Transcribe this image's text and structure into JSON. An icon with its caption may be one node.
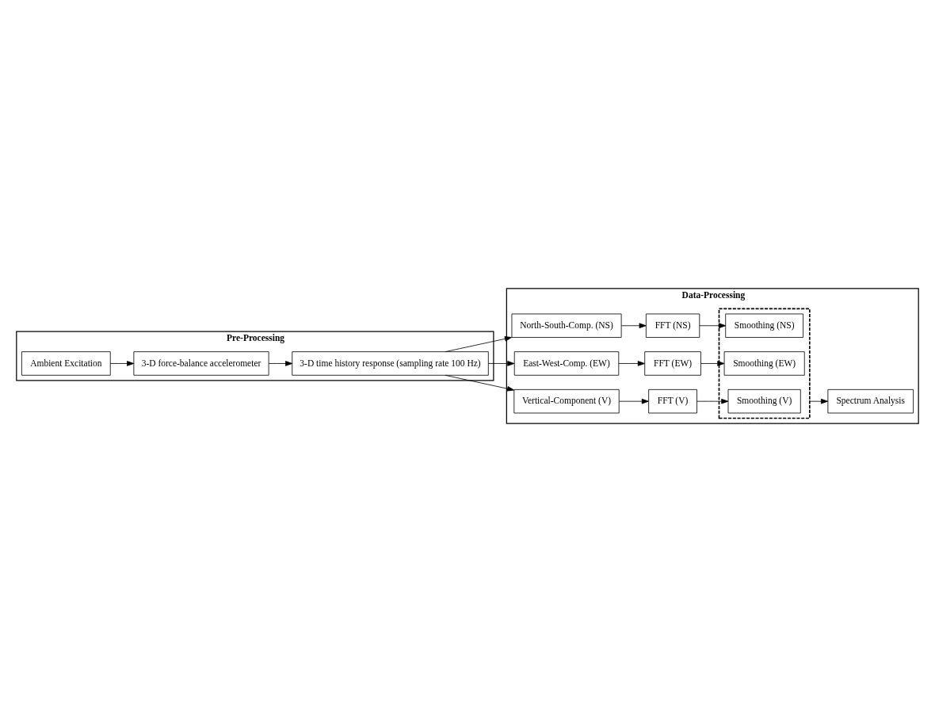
{
  "diagram": {
    "nodes": [
      {
        "text": [
          "Pre-Processing"
        ]
      },
      {
        "text": [
          "Ambient Excitation"
        ],
        "in": 0
      },
      {
        "text": [
          "3-D force-balance accelerometer"
        ],
        "in": 0
      },
      {
        "text": [
          "3-D time history response (sampling rate 100 Hz)"
        ],
        "in": 0
      },
      {
        "text": [
          "Data-Processing"
        ]
      },
      {
        "text": [
          "FFT (NS)"
        ],
        "in": 4
      },
      {
        "text": [
          "North-South-Comp. (NS)"
        ],
        "in": 4
      },
      {
        "text": [
          "FFT (EW)"
        ],
        "in": 4
      },
      {
        "text": [
          "East-West-Comp. (EW)"
        ],
        "in": 4
      },
      {
        "text": [
          "FFT (V)"
        ],
        "in": 4
      },
      {
        "text": [
          "Vertical-Component (V)"
        ],
        "in": 4
      },
      {
        "text": [],
        "shape": "box",
        "in": 4
      },
      {
        "text": [
          "Smoothing (V)"
        ],
        "in": 11
      },
      {
        "text": [
          "Smoothing (EW)"
        ],
        "in": 11
      },
      {
        "text": [
          "Smoothing (NS)"
        ],
        "in": 11
      },
      {
        "text": [
          "Spectrum Analysis"
        ],
        "in": 4
      }
    ],
    "edges": [
      {
        "from": 1,
        "to": 2,
        "arrow": "to"
      },
      {
        "from": 2,
        "to": 3,
        "arrow": "to"
      },
      {
        "from": 3,
        "to": 6,
        "arrow": "to"
      },
      {
        "from": 3,
        "to": 8,
        "arrow": "to"
      },
      {
        "from": 3,
        "to": 10,
        "arrow": "to"
      },
      {
        "from": 6,
        "to": 5,
        "arrow": "to"
      },
      {
        "from": 8,
        "to": 7,
        "arrow": "to"
      },
      {
        "from": 10,
        "to": 9,
        "arrow": "to"
      },
      {
        "from": 9,
        "to": 12,
        "arrow": "to"
      },
      {
        "from": 7,
        "to": 13,
        "arrow": "to"
      },
      {
        "from": 5,
        "to": 14,
        "arrow": "to"
      },
      {
        "from": 11,
        "to": 15,
        "arrow": "to"
      }
    ]
  }
}
